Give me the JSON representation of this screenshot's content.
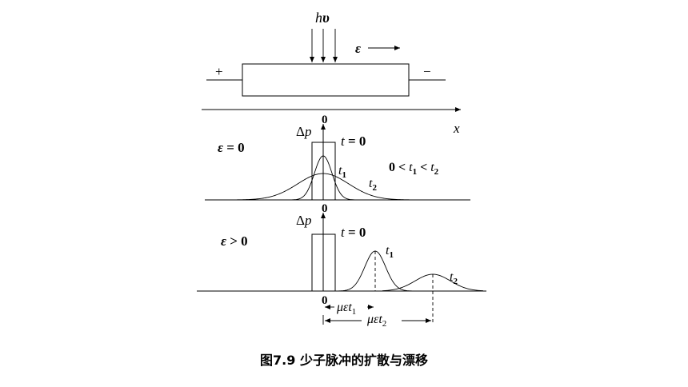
{
  "illumination": {
    "h": "h",
    "nu": "υ"
  },
  "field": {
    "symbol": "ε"
  },
  "terminals": {
    "plus": "+",
    "minus": "−"
  },
  "x_axis": {
    "label": "x"
  },
  "panel1": {
    "condition": {
      "symbol": "ε",
      "rest": " = 0"
    },
    "ylabel": {
      "delta": "Δ",
      "p": "p"
    },
    "origin": "0",
    "t0": {
      "t": "t",
      "rest": " = 0"
    },
    "t1": {
      "t": "t",
      "sub": "1"
    },
    "t2": {
      "t": "t",
      "sub": "2"
    },
    "order": {
      "zero": "0",
      "lt1": " < ",
      "t1": "t",
      "s1": "1",
      "lt2": " < ",
      "t2": "t",
      "s2": "2"
    }
  },
  "panel2": {
    "condition": {
      "symbol": "ε",
      "rest": " > 0"
    },
    "ylabel": {
      "delta": "Δ",
      "p": "p"
    },
    "origin_top": "0",
    "origin_bottom": "0",
    "t0": {
      "t": "t",
      "rest": " = 0"
    },
    "t1": {
      "t": "t",
      "sub": "1"
    },
    "t2": {
      "t": "t",
      "sub": "2"
    },
    "drift1": {
      "mu": "μ",
      "eps": "ε",
      "t": "t",
      "sub": "1"
    },
    "drift2": {
      "mu": "μ",
      "eps": "ε",
      "t": "t",
      "sub": "2"
    }
  },
  "caption": "图7.9 少子脉冲的扩散与漂移"
}
